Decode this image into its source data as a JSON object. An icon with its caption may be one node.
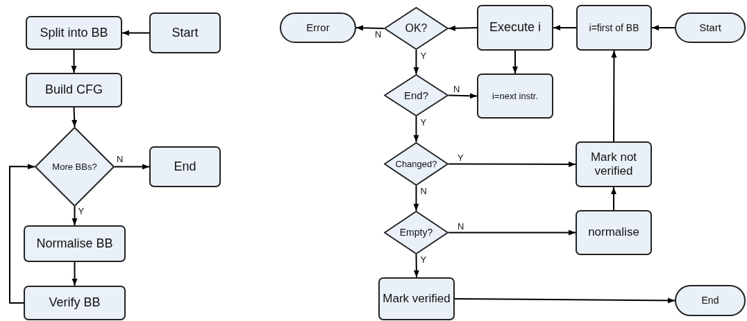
{
  "diagram": {
    "nodes": [
      {
        "text": [
          "Split into BB"
        ]
      },
      {
        "text": [
          "Start"
        ]
      },
      {
        "text": [
          "Build CFG"
        ]
      },
      {
        "text": [
          "More BBs?"
        ]
      },
      {
        "text": [
          "End"
        ]
      },
      {
        "text": [
          "Normalise BB"
        ]
      },
      {
        "text": [
          "Verify BB"
        ]
      },
      {
        "text": [
          "Error"
        ]
      },
      {
        "text": [
          "OK?"
        ]
      },
      {
        "text": [
          "Execute i"
        ]
      },
      {
        "text": [
          "i=first of BB"
        ]
      },
      {
        "text": [
          "Start"
        ]
      },
      {
        "text": [
          "End?"
        ]
      },
      {
        "text": [
          "i=next instr."
        ]
      },
      {
        "text": [
          "Changed?"
        ]
      },
      {
        "text": [
          "Mark not verified"
        ]
      },
      {
        "text": [
          "Empty?"
        ]
      },
      {
        "text": [
          "normalise"
        ]
      },
      {
        "text": [
          "Mark verified"
        ]
      },
      {
        "text": [
          "End"
        ]
      }
    ],
    "edges": [
      {
        "from": 1,
        "to": 0,
        "arrow": "to"
      },
      {
        "from": 0,
        "to": 2,
        "arrow": "to"
      },
      {
        "from": 2,
        "to": 3,
        "arrow": "to"
      },
      {
        "from": 3,
        "to": 4,
        "arrow": "to",
        "label": "N"
      },
      {
        "from": 3,
        "to": 5,
        "arrow": "to",
        "label": "Y"
      },
      {
        "from": 5,
        "to": 6,
        "arrow": "to"
      },
      {
        "from": 6,
        "to": 3,
        "arrow": "to"
      },
      {
        "from": 11,
        "to": 10,
        "arrow": "to"
      },
      {
        "from": 10,
        "to": 9,
        "arrow": "to"
      },
      {
        "from": 9,
        "to": 8,
        "arrow": "to"
      },
      {
        "from": 8,
        "to": 7,
        "arrow": "to",
        "label": "N"
      },
      {
        "from": 8,
        "to": 12,
        "arrow": "to",
        "label": "Y"
      },
      {
        "from": 12,
        "to": 13,
        "arrow": "to",
        "label": "N"
      },
      {
        "from": 9,
        "to": 13,
        "arrow": "to"
      },
      {
        "from": 12,
        "to": 14,
        "arrow": "to",
        "label": "Y"
      },
      {
        "from": 14,
        "to": 15,
        "arrow": "to",
        "label": "Y"
      },
      {
        "from": 14,
        "to": 16,
        "arrow": "to",
        "label": "N"
      },
      {
        "from": 16,
        "to": 17,
        "arrow": "to",
        "label": "N"
      },
      {
        "from": 17,
        "to": 15,
        "arrow": "to"
      },
      {
        "from": 15,
        "to": 10,
        "arrow": "to"
      },
      {
        "from": 16,
        "to": 18,
        "arrow": "to",
        "label": "Y"
      },
      {
        "from": 18,
        "to": 19,
        "arrow": "to"
      }
    ]
  }
}
